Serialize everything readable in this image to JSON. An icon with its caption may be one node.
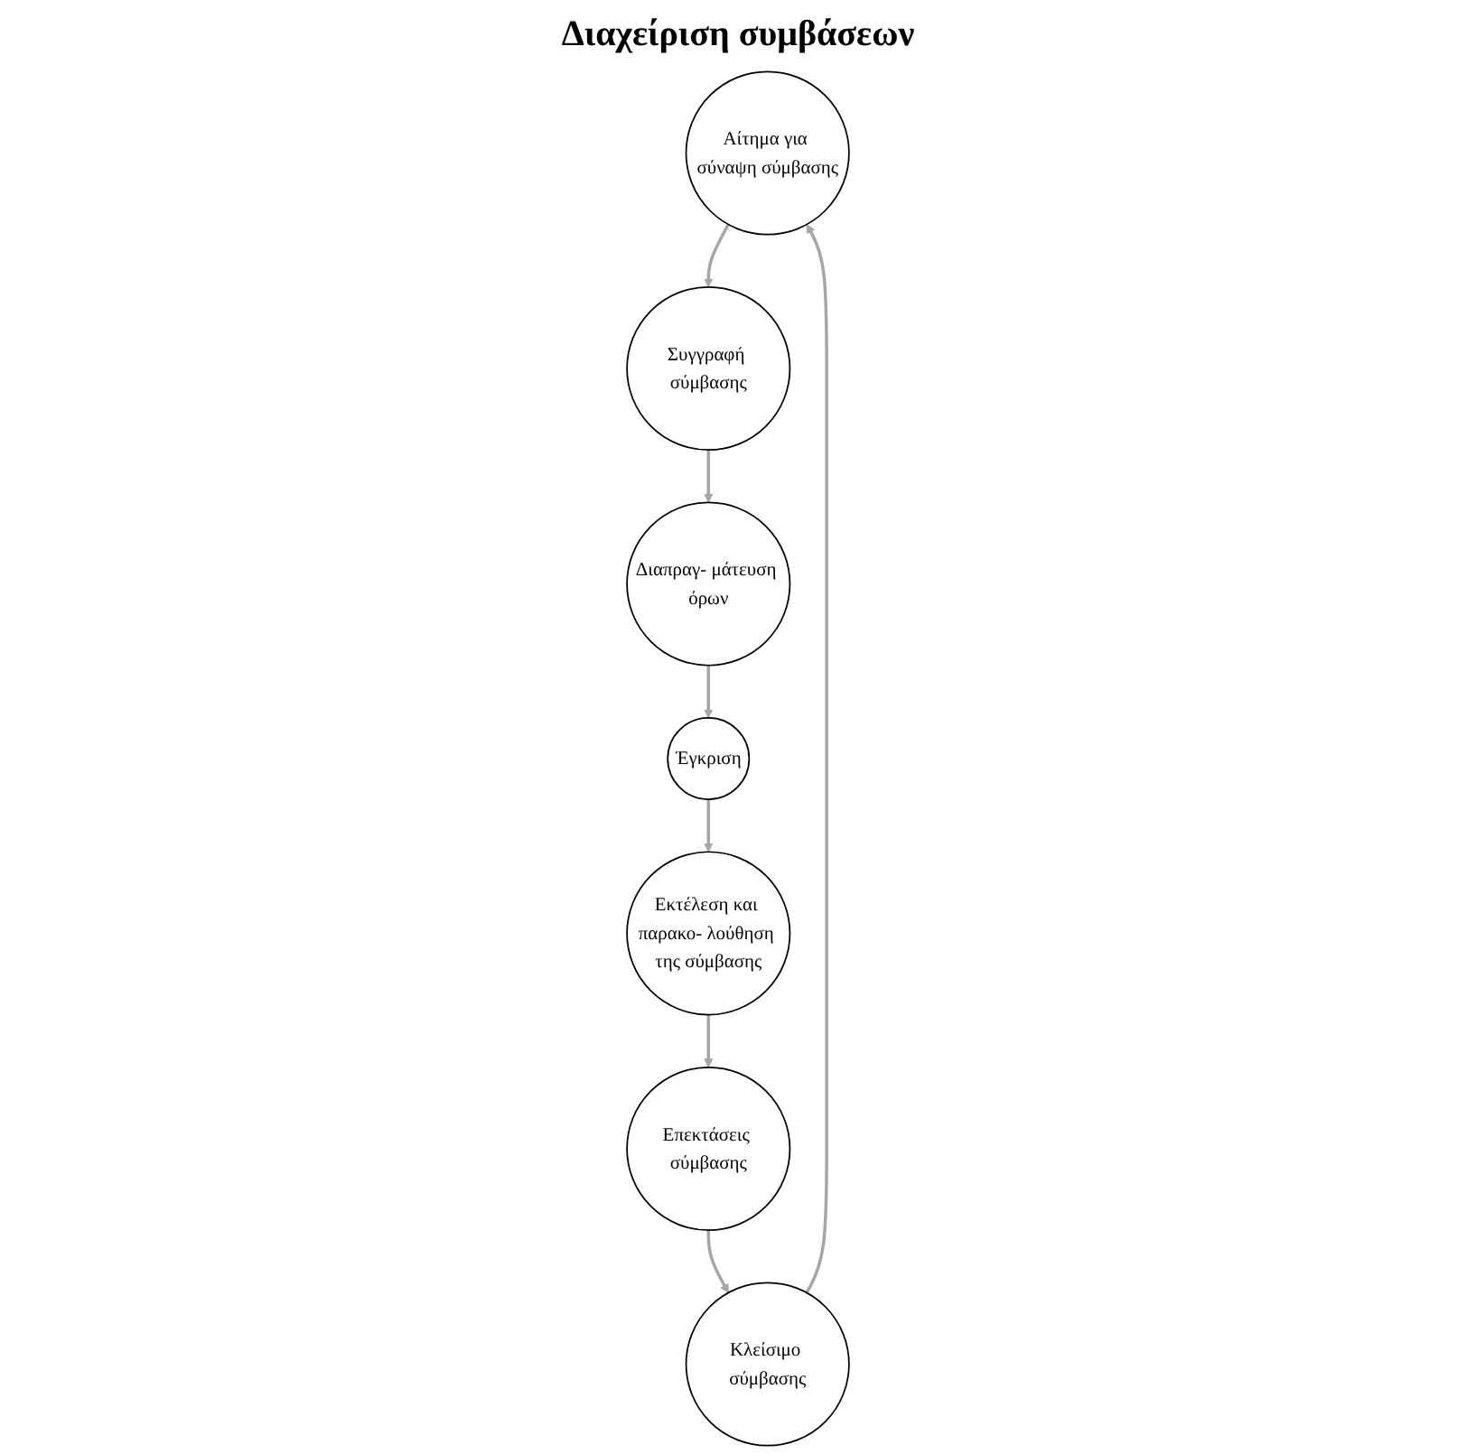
{
  "diagram": {
    "nodes": [
      {
        "text": [
          "Αίτημα για σύναψη σύμβασης"
        ]
      },
      {
        "text": [
          "Συγγραφή σύμβασης"
        ]
      },
      {
        "text": [
          "Διαπραγ- μάτευση όρων"
        ]
      },
      {
        "text": [
          "Έγκριση"
        ]
      },
      {
        "text": [
          "Εκτέλεση και παρακο- λούθηση της σύμβασης"
        ]
      },
      {
        "text": [
          "Επεκτάσεις σύμβασης"
        ]
      },
      {
        "text": [
          "Κλείσιμο σύμβασης"
        ]
      }
    ],
    "edges": [
      {
        "from": 0,
        "to": 1,
        "arrow": "to"
      },
      {
        "from": 1,
        "to": 2,
        "arrow": "to"
      },
      {
        "from": 2,
        "to": 3,
        "arrow": "to"
      },
      {
        "from": 3,
        "to": 4,
        "arrow": "to"
      },
      {
        "from": 4,
        "to": 5,
        "arrow": "to"
      },
      {
        "from": 5,
        "to": 6,
        "arrow": "to"
      },
      {
        "from": 6,
        "to": 0,
        "arrow": "to"
      }
    ],
    "labels": [
      "Διαχείριση συμβάσεων"
    ]
  }
}
